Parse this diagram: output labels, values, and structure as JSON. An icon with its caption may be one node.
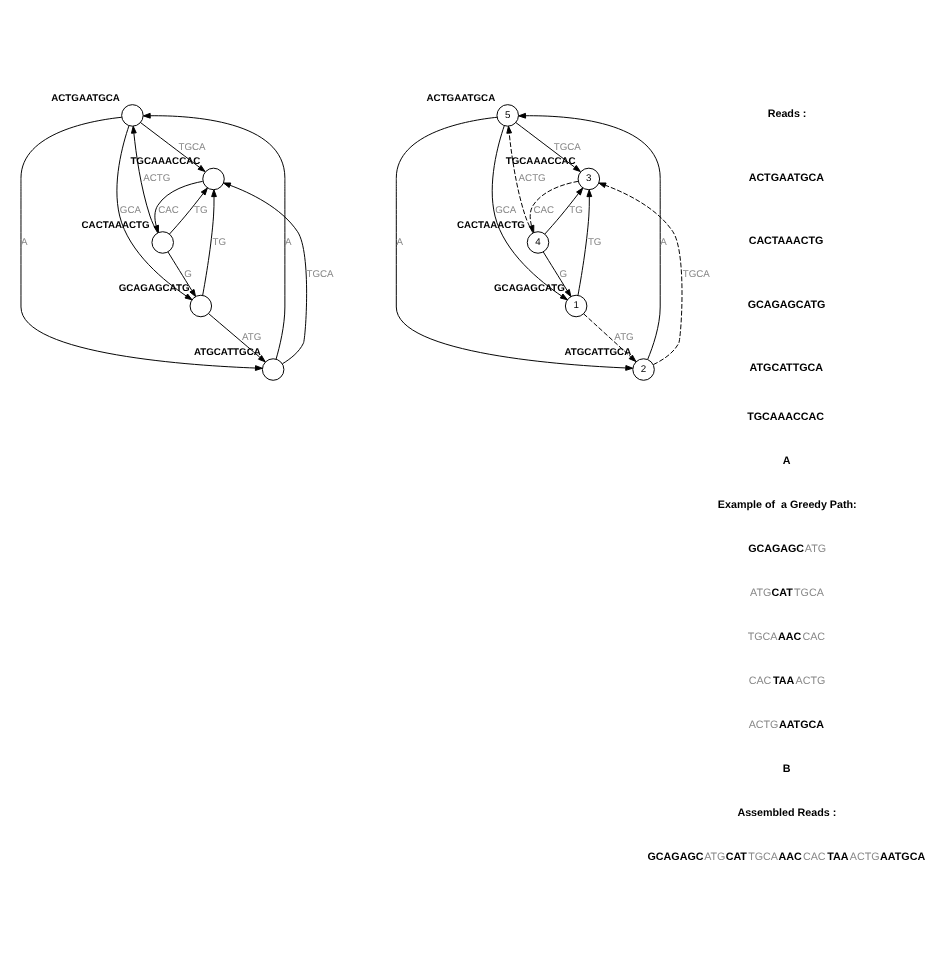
{
  "diagram": {
    "nodes": [
      {
        "text": [
          "ACTGAATGCA"
        ]
      },
      {
        "text": [
          "CACTAAACTG"
        ]
      },
      {
        "text": [
          "TGCAAACCAC"
        ]
      },
      {
        "text": [
          "GCAGAGCATG"
        ]
      },
      {
        "text": [
          "ATGCATTGCA"
        ]
      },
      {
        "text": [
          "ACTGAATGCA",
          "5"
        ]
      },
      {
        "text": [
          "CACTAAACTG",
          "4"
        ]
      },
      {
        "text": [
          "TGCAAACCAC",
          "3"
        ]
      },
      {
        "text": [
          "GCAGAGCATG",
          "1"
        ]
      },
      {
        "text": [
          "ATGCATTGCA",
          "2"
        ]
      }
    ],
    "edges": [
      {
        "from": 1,
        "to": 0,
        "arrow": "to",
        "label": "ACTG"
      },
      {
        "from": 0,
        "to": 3,
        "arrow": "to",
        "label": "GCA"
      },
      {
        "from": 0,
        "to": 2,
        "arrow": "to",
        "label": "TGCA"
      },
      {
        "from": 4,
        "to": 0,
        "arrow": "to",
        "label": "A"
      },
      {
        "from": 0,
        "to": 4,
        "arrow": "to",
        "label": "A"
      },
      {
        "from": 1,
        "to": 2,
        "arrow": "to",
        "label": "TG"
      },
      {
        "from": 2,
        "to": 1,
        "arrow": "to",
        "label": "CAC"
      },
      {
        "from": 1,
        "to": 3,
        "arrow": "to",
        "label": "G"
      },
      {
        "from": 3,
        "to": 2,
        "arrow": "to",
        "label": "TG"
      },
      {
        "from": 3,
        "to": 4,
        "arrow": "to",
        "label": "ATG"
      },
      {
        "from": 4,
        "to": 2,
        "arrow": "to",
        "label": "TGCA"
      },
      {
        "from": 6,
        "to": 5,
        "arrow": "to",
        "label": "ACTG",
        "style": "dashed"
      },
      {
        "from": 5,
        "to": 8,
        "arrow": "to",
        "label": "GCA"
      },
      {
        "from": 5,
        "to": 7,
        "arrow": "to",
        "label": "TGCA"
      },
      {
        "from": 9,
        "to": 5,
        "arrow": "to",
        "label": "A"
      },
      {
        "from": 5,
        "to": 9,
        "arrow": "to",
        "label": "A"
      },
      {
        "from": 6,
        "to": 7,
        "arrow": "to",
        "label": "TG"
      },
      {
        "from": 7,
        "to": 6,
        "arrow": "to",
        "label": "CAC",
        "style": "dashed"
      },
      {
        "from": 6,
        "to": 8,
        "arrow": "to",
        "label": "G"
      },
      {
        "from": 8,
        "to": 7,
        "arrow": "to",
        "label": "TG"
      },
      {
        "from": 8,
        "to": 9,
        "arrow": "to",
        "label": "ATG",
        "style": "dashed"
      },
      {
        "from": 9,
        "to": 7,
        "arrow": "to",
        "label": "TGCA",
        "style": "dashed"
      }
    ],
    "labels": [
      "Reads :",
      "ACTGAATGCA",
      "CACTAAACTG",
      "GCAGAGCATG",
      "ATGCATTGCA",
      "TGCAAACCAC",
      "A",
      "Example of  a Greedy Path:",
      "**GCAGAGC**ATG",
      "ATG**CAT**TGCA",
      "TGCA**AAC**CAC",
      "CAC**TAA**ACTG",
      "ACTG**AATGCA**",
      "B",
      "Assembled Reads :",
      "**GCAGAGC**ATG**CAT**TGCA**AAC**CAC**TAA**ACTG**AATGCA**"
    ]
  }
}
